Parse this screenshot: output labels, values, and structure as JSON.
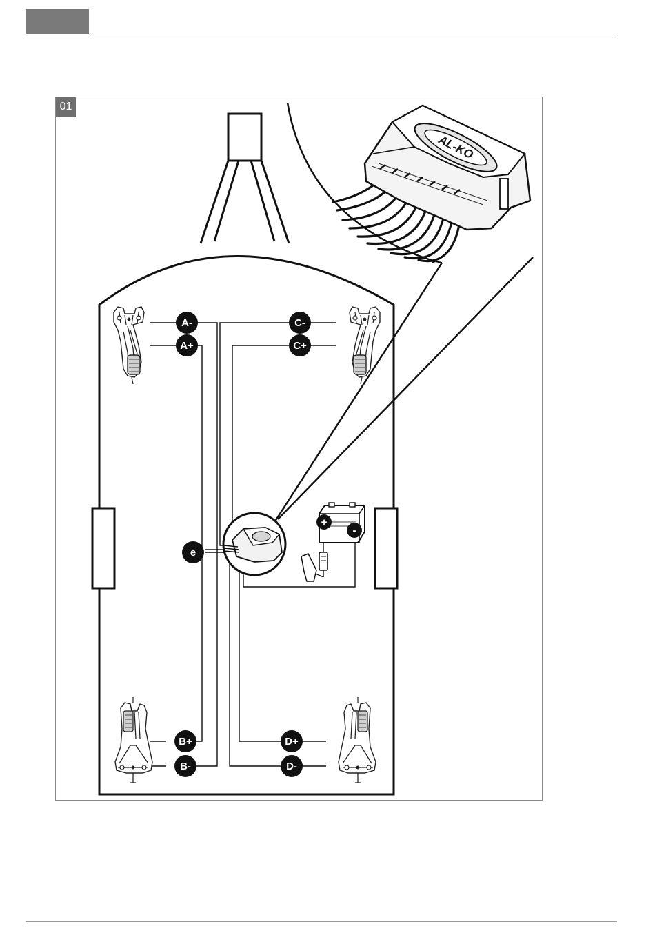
{
  "header": {
    "tab_color": "#7a7a7a",
    "rule_color": "#9a9a9a"
  },
  "figure": {
    "number": "01",
    "brand_logo": "AL-KO",
    "labels": {
      "a_minus": "A-",
      "a_plus": "A+",
      "c_minus": "C-",
      "c_plus": "C+",
      "b_plus": "B+",
      "b_minus": "B-",
      "d_plus": "D+",
      "d_minus": "D-",
      "e": "e",
      "battery_plus": "+",
      "battery_minus": "-"
    },
    "icons": [
      "control-unit-icon",
      "battery-icon",
      "wheel-mover-icon",
      "switch-icon"
    ]
  }
}
